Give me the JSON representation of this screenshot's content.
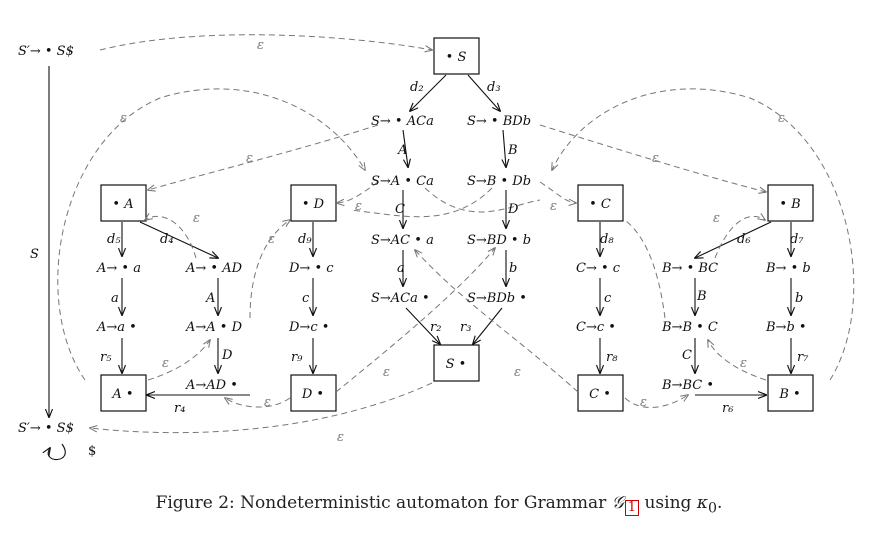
{
  "caption": {
    "prefix": "Figure 2: Nondeterministic automaton for Grammar",
    "grammar_symbol": "𝒢",
    "grammar_ref": "1",
    "middle": "using",
    "kappa": "κ",
    "kappa_sub": "0",
    "suffix": "."
  },
  "nodes": {
    "top_left": "S′→ • S$",
    "bottom_left": "S′→ • S$",
    "start_S": "• S",
    "end_S": "S •",
    "boxA": "• A",
    "boxD": "• D",
    "boxC": "• C",
    "boxB": "• B",
    "boxA_end": "A •",
    "boxD_end": "D •",
    "boxC_end": "C •",
    "boxB_end": "B •",
    "s_aca_0": "S→ • ACa",
    "s_aca_1": "S→A • Ca",
    "s_aca_2": "S→AC • a",
    "s_aca_3": "S→ACa •",
    "s_bdb_0": "S→ • BDb",
    "s_bdb_1": "S→B • Db",
    "s_bdb_2": "S→BD • b",
    "s_bdb_3": "S→BDb •",
    "a_a_0": "A→ • a",
    "a_a_1": "A→a •",
    "a_ad_0": "A→ • AD",
    "a_ad_1": "A→A • D",
    "a_ad_2": "A→AD •",
    "d_c_0": "D→ • c",
    "d_c_1": "D→c •",
    "c_c_0": "C→ • c",
    "c_c_1": "C→c •",
    "b_bc_0": "B→ • BC",
    "b_bc_1": "B→B • C",
    "b_bc_2": "B→BC •",
    "b_b_0": "B→ • b",
    "b_b_1": "B→b •"
  },
  "labels": {
    "eps": "ε",
    "dollar": "$",
    "S": "S",
    "A": "A",
    "B": "B",
    "C": "C",
    "D": "D",
    "a": "a",
    "b": "b",
    "c": "c",
    "d2": "d₂",
    "d3": "d₃",
    "d4": "d₄",
    "d5": "d₅",
    "d6": "d₆",
    "d7": "d₇",
    "d8": "d₈",
    "d9": "d₉",
    "r2": "r₂",
    "r3": "r₃",
    "r4": "r₄",
    "r5": "r₅",
    "r6": "r₆",
    "r7": "r₇",
    "r8": "r₈",
    "r9": "r₉"
  }
}
